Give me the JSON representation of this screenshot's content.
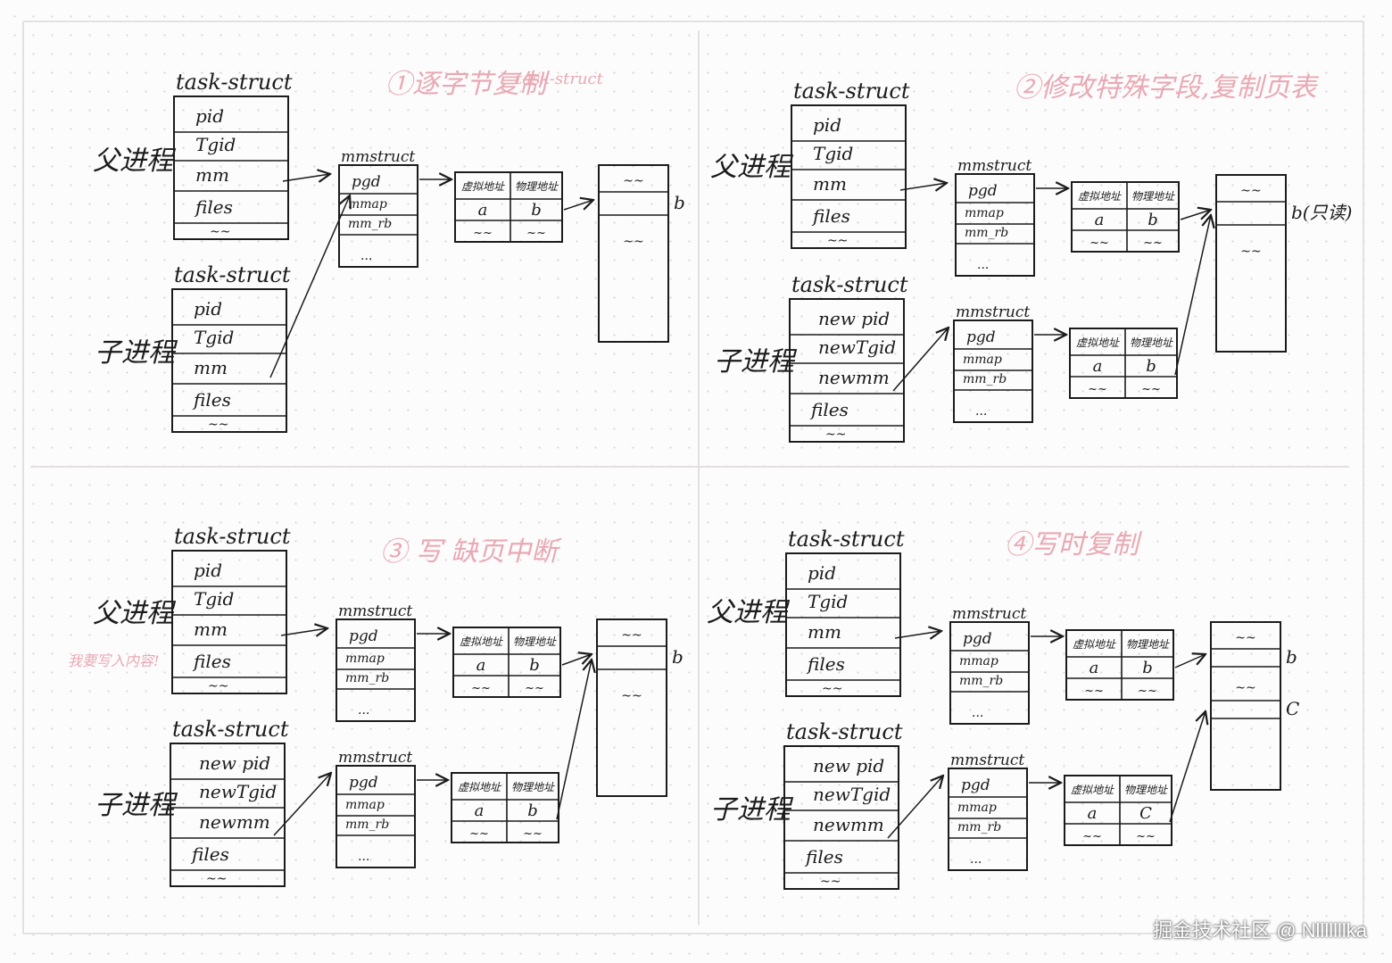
{
  "panels": [
    {
      "title": "①逐字节复制",
      "subtitle": "task-struct",
      "parent": {
        "label": "父进程",
        "header": "task-struct",
        "fields": [
          "pid",
          "Tgid",
          "mm",
          "files",
          "~~"
        ]
      },
      "child": {
        "label": "子进程",
        "header": "task-struct",
        "fields": [
          "pid",
          "Tgid",
          "mm",
          "files",
          "~~"
        ]
      },
      "mm_structs": [
        {
          "header": "mmstruct",
          "fields": [
            "pgd",
            "mmap",
            "mm_rb",
            "..."
          ]
        }
      ],
      "page_tables": [
        {
          "headers": [
            "虚拟地址",
            "物理地址"
          ],
          "rows": [
            [
              "a",
              "b"
            ],
            [
              "~~",
              "~~"
            ]
          ]
        }
      ],
      "memory": {
        "cells": [
          "~~",
          "",
          "~~"
        ],
        "labels": [
          "b"
        ]
      }
    },
    {
      "title": "②修改特殊字段,复制页表",
      "parent": {
        "label": "父进程",
        "header": "task-struct",
        "fields": [
          "pid",
          "Tgid",
          "mm",
          "files",
          "~~"
        ]
      },
      "child": {
        "label": "子进程",
        "header": "task-struct",
        "fields": [
          "new pid",
          "newTgid",
          "newmm",
          "files",
          "~~"
        ]
      },
      "mm_structs": [
        {
          "header": "mmstruct",
          "fields": [
            "pgd",
            "mmap",
            "mm_rb",
            "..."
          ]
        },
        {
          "header": "mmstruct",
          "fields": [
            "pgd",
            "mmap",
            "mm_rb",
            "..."
          ]
        }
      ],
      "page_tables": [
        {
          "headers": [
            "虚拟地址",
            "物理地址"
          ],
          "rows": [
            [
              "a",
              "b"
            ],
            [
              "~~",
              "~~"
            ]
          ]
        },
        {
          "headers": [
            "虚拟地址",
            "物理地址"
          ],
          "rows": [
            [
              "a",
              "b"
            ],
            [
              "~~",
              "~~"
            ]
          ]
        }
      ],
      "memory": {
        "cells": [
          "~~",
          "",
          "~~"
        ],
        "labels": [
          "b(只读)"
        ]
      }
    },
    {
      "title": "③ 写 缺页中断",
      "side_note": "我要写入内容!",
      "parent": {
        "label": "父进程",
        "header": "task-struct",
        "fields": [
          "pid",
          "Tgid",
          "mm",
          "files",
          "~~"
        ]
      },
      "child": {
        "label": "子进程",
        "header": "task-struct",
        "fields": [
          "new pid",
          "newTgid",
          "newmm",
          "files",
          "~~"
        ]
      },
      "mm_structs": [
        {
          "header": "mmstruct",
          "fields": [
            "pgd",
            "mmap",
            "mm_rb",
            "..."
          ]
        },
        {
          "header": "mmstruct",
          "fields": [
            "pgd",
            "mmap",
            "mm_rb",
            "..."
          ]
        }
      ],
      "page_tables": [
        {
          "headers": [
            "虚拟地址",
            "物理地址"
          ],
          "rows": [
            [
              "a",
              "b"
            ],
            [
              "~~",
              "~~"
            ]
          ]
        },
        {
          "headers": [
            "虚拟地址",
            "物理地址"
          ],
          "rows": [
            [
              "a",
              "b"
            ],
            [
              "~~",
              "~~"
            ]
          ]
        }
      ],
      "memory": {
        "cells": [
          "~~",
          "",
          "~~"
        ],
        "labels": [
          "b"
        ]
      }
    },
    {
      "title": "④写时复制",
      "parent": {
        "label": "父进程",
        "header": "task-struct",
        "fields": [
          "pid",
          "Tgid",
          "mm",
          "files",
          "~~"
        ]
      },
      "child": {
        "label": "子进程",
        "header": "task-struct",
        "fields": [
          "new pid",
          "newTgid",
          "newmm",
          "files",
          "~~"
        ]
      },
      "mm_structs": [
        {
          "header": "mmstruct",
          "fields": [
            "pgd",
            "mmap",
            "mm_rb",
            "..."
          ]
        },
        {
          "header": "mmstruct",
          "fields": [
            "pgd",
            "mmap",
            "mm_rb",
            "..."
          ]
        }
      ],
      "page_tables": [
        {
          "headers": [
            "虚拟地址",
            "物理地址"
          ],
          "rows": [
            [
              "a",
              "b"
            ],
            [
              "~~",
              "~~"
            ]
          ]
        },
        {
          "headers": [
            "虚拟地址",
            "物理地址"
          ],
          "rows": [
            [
              "a",
              "C"
            ],
            [
              "~~",
              "~~"
            ]
          ]
        }
      ],
      "memory": {
        "cells": [
          "~~",
          "",
          "~~",
          "",
          ""
        ],
        "labels": [
          "b",
          "C"
        ]
      }
    }
  ],
  "watermark": "掘金技术社区 @ Nlllllllka",
  "colors": {
    "ink": "#1b1b1b",
    "pink": "#e9a8b4",
    "frame": "#e4e0e0"
  }
}
